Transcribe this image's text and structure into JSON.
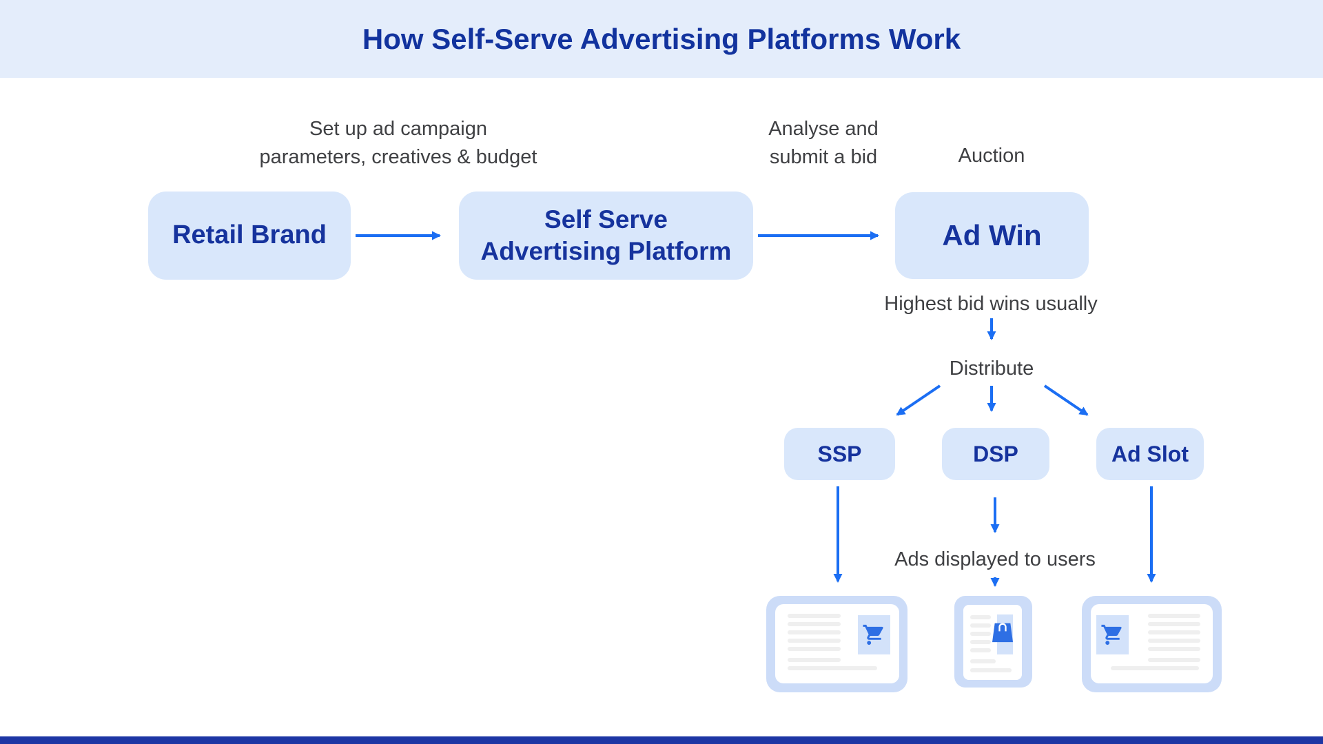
{
  "title": "How Self-Serve Advertising Platforms Work",
  "nodes": {
    "retail_brand": "Retail Brand",
    "platform": "Self Serve\nAdvertising Platform",
    "ad_win": "Ad Win",
    "ssp": "SSP",
    "dsp": "DSP",
    "ad_slot": "Ad Slot"
  },
  "annotations": {
    "setup": "Set up ad campaign\nparameters, creatives & budget",
    "analyse": "Analyse and\nsubmit a bid",
    "auction": "Auction",
    "highest_bid": "Highest bid wins usually",
    "distribute": "Distribute",
    "ads_displayed": "Ads displayed to users"
  },
  "icons": {
    "cart": "shopping-cart-icon",
    "bag": "shopping-bag-icon"
  },
  "colors": {
    "header_bg": "#e4edfb",
    "node_bg": "#d9e7fb",
    "node_text": "#16339d",
    "annotation_text": "#3f4043",
    "arrow_blue": "#1b6ef3",
    "card_bg": "#ccdcf8",
    "icon_tile_bg": "#d3e2fa",
    "icon_blue": "#2e6fe4",
    "skeleton_gray": "#efefef",
    "footer_bar": "#1d36a4"
  }
}
